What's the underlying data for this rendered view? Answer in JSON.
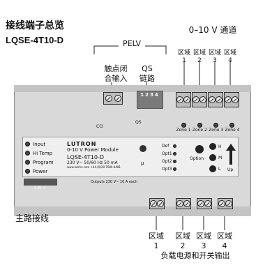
{
  "title": "接线端子总览",
  "model": "LQSE-4T10-D",
  "top_labels": {
    "pelv": "PELV",
    "contact_closure": "触点闭\n合输入",
    "qs_link": "QS\n链路",
    "channels": "0–10 V 通道"
  },
  "zone_word": "区域",
  "top_zones": [
    "1",
    "2",
    "3",
    "4"
  ],
  "bottom_zones": [
    "1",
    "2",
    "3",
    "4"
  ],
  "mains_wiring": "主路接线",
  "load_power": "负载电源和开关输出",
  "device": {
    "brand": "LUTRON",
    "product": "0-10 V Power Module",
    "model": "LQSE-4T10-D",
    "rating": "230 V~ 50/60 Hz 50 mA",
    "website": "www.lutron.com +44.(0)20.7680.4481",
    "outputs": "Outputs 230 V~ 10 A each",
    "status_leds": [
      "Input",
      "Hi Temp",
      "Program",
      "Power"
    ],
    "def_labels": [
      "Def",
      "Opt1",
      "Opt2",
      "Opt3"
    ],
    "option": "Option",
    "hml": [
      "H",
      "M",
      "L"
    ],
    "up": "Up",
    "zone_leds": [
      "Zone 1",
      "Zone 2",
      "Zone 3",
      "Zone 4"
    ],
    "qs_pins": "1234",
    "cci": "CCI",
    "qs": "QS",
    "mu": "μ",
    "terminals": "L  N  ⏚"
  }
}
